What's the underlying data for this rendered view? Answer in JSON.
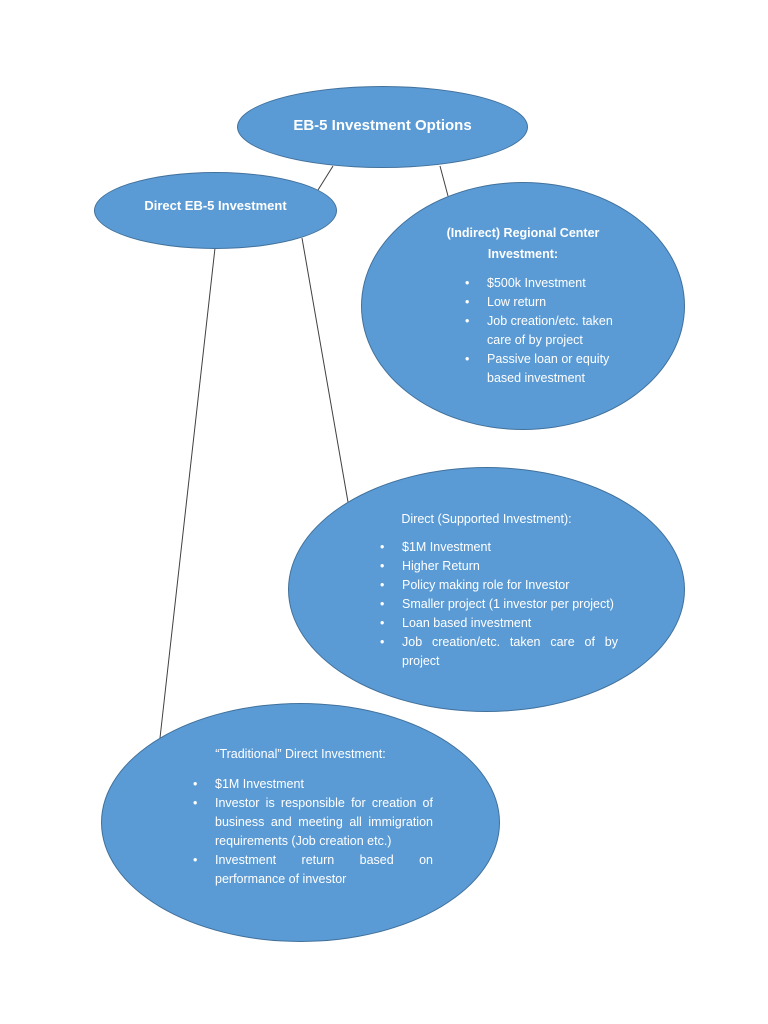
{
  "diagram": {
    "root": {
      "title": "EB-5 Investment Options"
    },
    "direct": {
      "title": "Direct EB-5 Investment"
    },
    "regional_center": {
      "title_line1": "(Indirect) Regional Center",
      "title_line2": "Investment:",
      "bullets": [
        "$500k Investment",
        "Low return",
        "Job creation/etc. taken care of by project",
        "Passive loan or equity based investment"
      ]
    },
    "supported": {
      "title": "Direct (Supported Investment):",
      "bullets": [
        "$1M Investment",
        "Higher Return",
        "Policy making role for Investor",
        "Smaller project (1 investor per project)",
        "Loan based investment",
        "Job creation/etc. taken care of by project"
      ]
    },
    "traditional": {
      "title": "“Traditional” Direct Investment:",
      "bullets": [
        "$1M Investment",
        "Investor is responsible for creation of business and meeting all immigration requirements (Job creation etc.)",
        "Investment return based on performance of investor"
      ]
    },
    "colors": {
      "node_fill": "#5b9bd5",
      "node_border": "#41719c",
      "text": "#ffffff",
      "connector": "#404040"
    }
  }
}
